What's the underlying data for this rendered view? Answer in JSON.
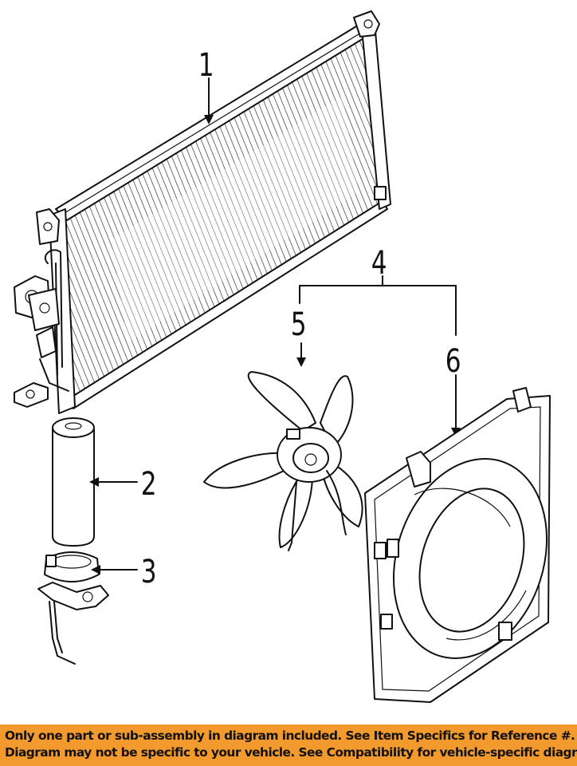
{
  "callouts": {
    "c1": "1",
    "c2": "2",
    "c3": "3",
    "c4": "4",
    "c5": "5",
    "c6": "6"
  },
  "banner": {
    "line1": "Only one part or sub-assembly in diagram included. See Item Specifics for Reference #.",
    "line2": "Diagram may not be specific to your vehicle. See Compatibility for vehicle-specific diagrams.",
    "background_color": "#f29a2e"
  }
}
